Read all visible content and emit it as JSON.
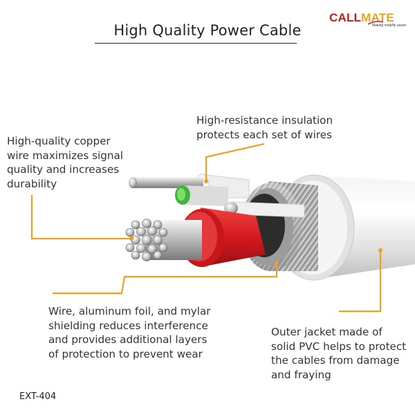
{
  "header": {
    "title": "High Quality Power Cable"
  },
  "logo": {
    "word_a": "CALL",
    "word_b": "MATE",
    "tagline": "Making mobility easier"
  },
  "callouts": {
    "copper": [
      "High-quality copper",
      "wire maximizes signal",
      "quality and increases",
      "durability"
    ],
    "insulation": [
      "High-resistance insulation",
      "protects each set of wires"
    ],
    "shielding": [
      "Wire, aluminum foil, and mylar",
      "shielding reduces interference",
      "and provides additional layers",
      "of protection to prevent wear"
    ],
    "jacket": [
      "Outer jacket made of",
      "solid PVC helps to protect",
      "the cables from damage",
      "and fraying"
    ]
  },
  "footer": {
    "code": "EXT-404"
  },
  "colors": {
    "accent": "#f0a01e",
    "brand_red": "#c51a1a",
    "brand_orange": "#e7a51d",
    "red_insulation": "#d41a1f",
    "green_insulation": "#3fb53a"
  }
}
